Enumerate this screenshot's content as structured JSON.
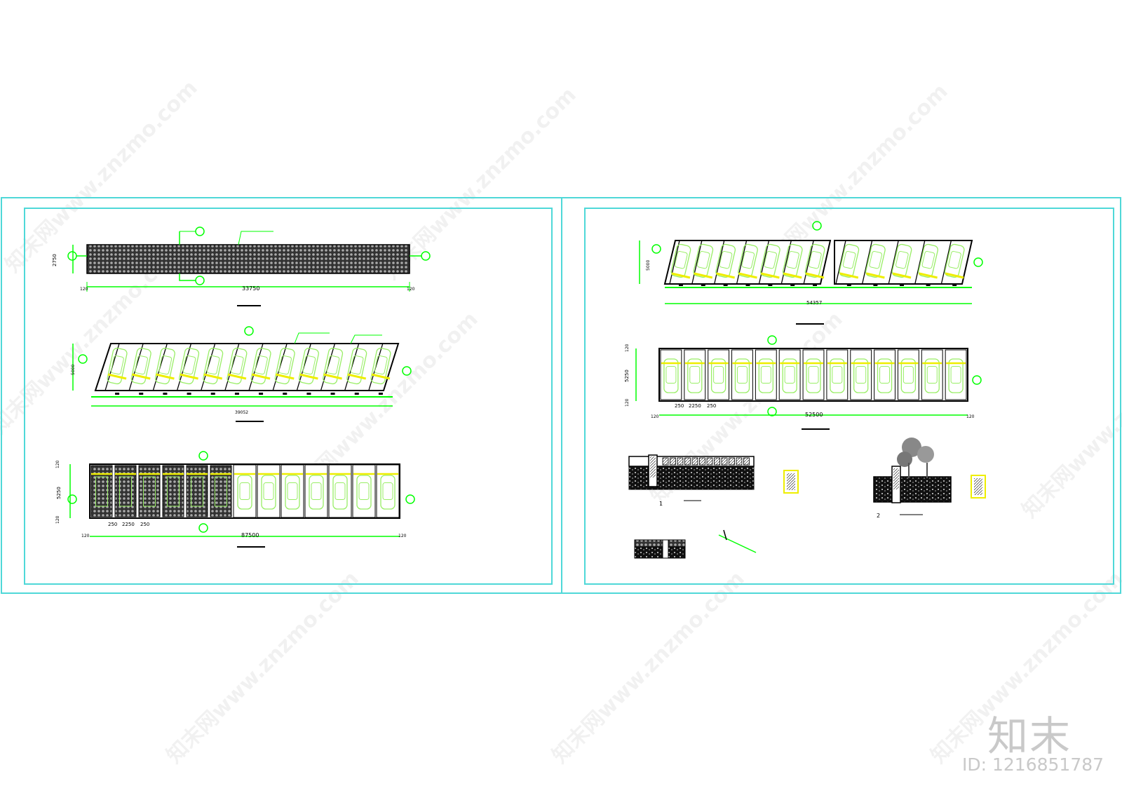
{
  "colors": {
    "frame": "#4fd8d8",
    "line": "#00ff00",
    "car": "#99ee66",
    "paving": "#555555",
    "stripe": "#eeee00",
    "ink": "#000000"
  },
  "watermark": {
    "site_text": "知末网www.znzmo.com",
    "brand": "知末",
    "id": "ID: 1216851787"
  },
  "sheet_left": {
    "plan_paved": {
      "total": "33750",
      "depth": "2750",
      "edge_left": "120",
      "edge_right": "120"
    },
    "plan_angled": {
      "total": "39052",
      "depth": "5000"
    },
    "plan_mixed": {
      "total": "87500",
      "depth": "5250",
      "edge_top": "120",
      "edge_bottom": "120",
      "edge_left": "120",
      "edge_right": "120",
      "bay_dims": [
        "250",
        "2250",
        "250"
      ]
    }
  },
  "sheet_right": {
    "plan_angled": {
      "total": "54357",
      "depth": "5000"
    },
    "plan_straight": {
      "total": "52500",
      "depth": "5250",
      "edge_top": "120",
      "edge_bottom": "120",
      "edge_left": "120",
      "edge_right": "120",
      "bay_dims": [
        "250",
        "2250",
        "250"
      ]
    },
    "details": {
      "label_1": "1",
      "label_2": "2"
    }
  }
}
